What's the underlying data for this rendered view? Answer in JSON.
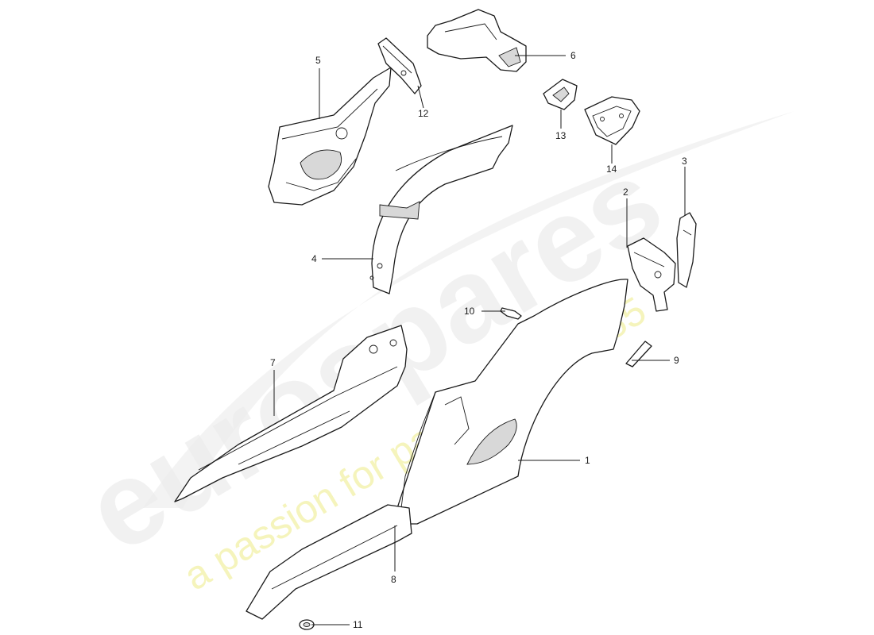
{
  "watermark": {
    "brand": "eurospares",
    "tagline": "a passion for parts since 1985"
  },
  "callouts": {
    "c1": "1",
    "c2": "2",
    "c3": "3",
    "c4": "4",
    "c5": "5",
    "c6": "6",
    "c7": "7",
    "c8": "8",
    "c9": "9",
    "c10": "10",
    "c11": "11",
    "c12": "12",
    "c13": "13",
    "c14": "14"
  }
}
